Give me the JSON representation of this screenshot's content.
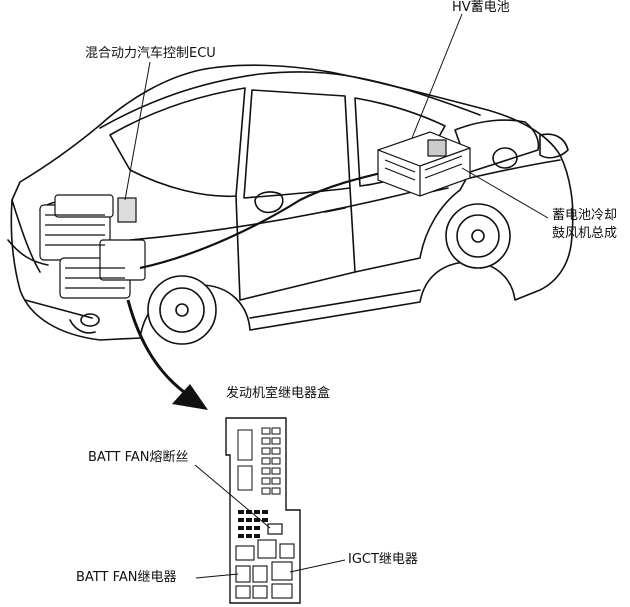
{
  "labels": {
    "hv_battery": "HV蓄电池",
    "hybrid_ecu": "混合动力汽车控制ECU",
    "battery_blower": [
      "蓄电池冷却",
      "鼓风机总成"
    ],
    "relay_box": "发动机室继电器盒",
    "batt_fan_fuse": "BATT FAN熔断丝",
    "igct_relay": "IGCT继电器",
    "batt_fan_relay": "BATT FAN继电器"
  }
}
